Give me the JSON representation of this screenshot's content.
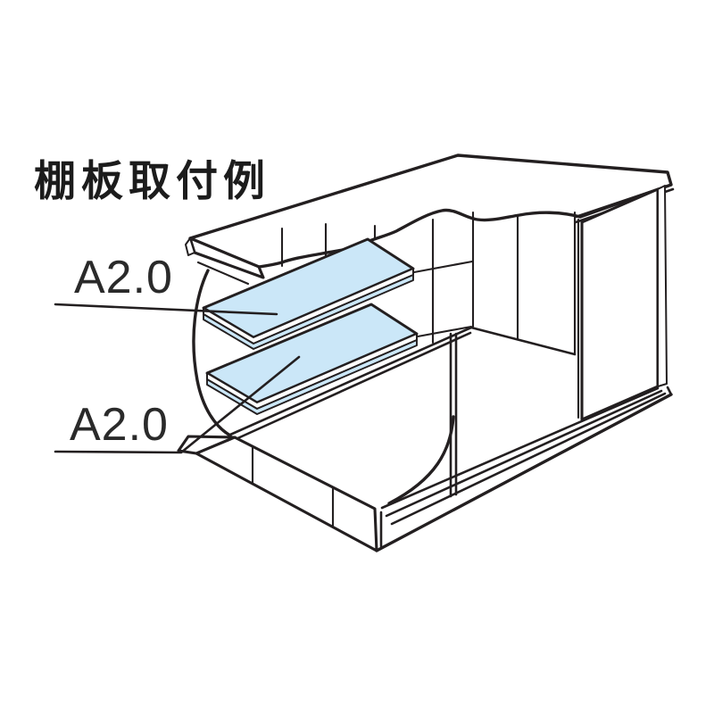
{
  "title": "棚板取付例",
  "labels": {
    "shelf_upper": "A2.0",
    "shelf_lower": "A2.0"
  },
  "colors": {
    "line": "#231f20",
    "shelf_fill": "#cbe7f8",
    "background": "#ffffff"
  },
  "figure": {
    "type": "isometric-cutaway-illustration",
    "subject": "storage-shed-with-two-shelf-boards",
    "icon_names": [
      "shelf-board-upper",
      "shelf-board-lower",
      "sliding-door-panel",
      "shed-roof-cut-plane",
      "shed-back-wall",
      "shed-base",
      "cutaway-curve"
    ]
  }
}
